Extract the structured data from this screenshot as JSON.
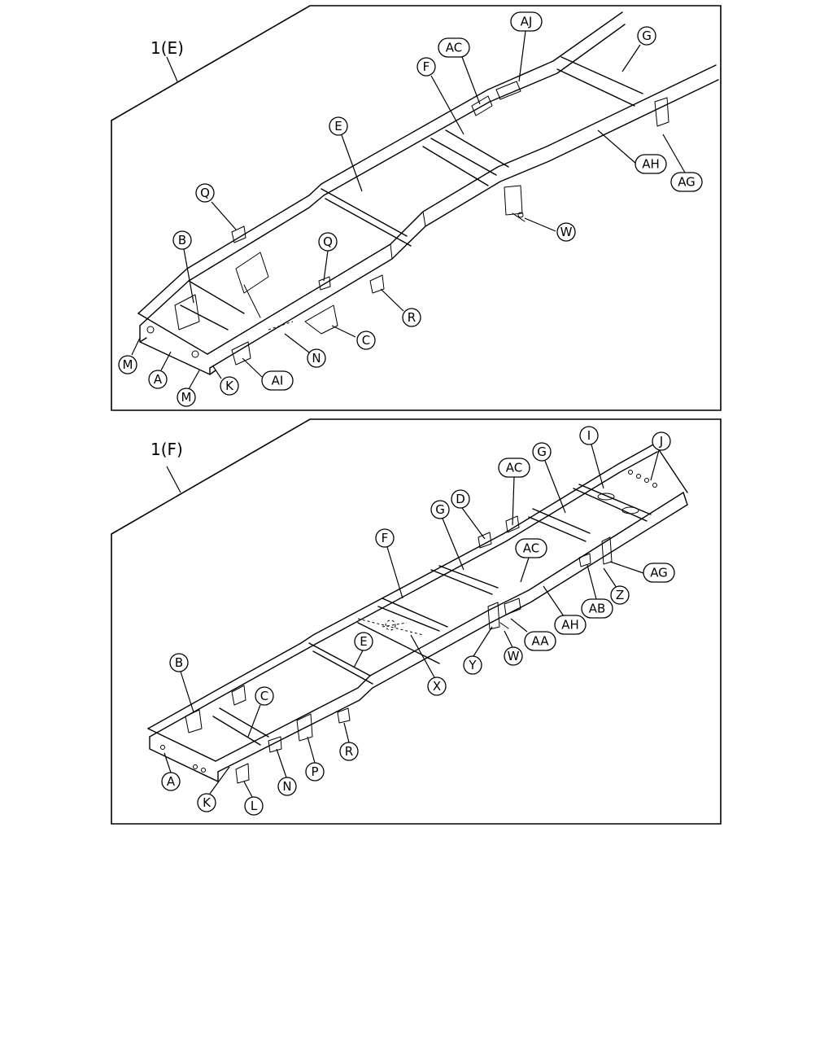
{
  "panels": [
    {
      "title": "1(E)",
      "callouts": [
        "AJ",
        "G",
        "AC",
        "F",
        "E",
        "AH",
        "AG",
        "Q",
        "W",
        "B",
        "Q",
        "R",
        "C",
        "M",
        "A",
        "N",
        "K",
        "AI",
        "M"
      ]
    },
    {
      "title": "1(F)",
      "callouts": [
        "I",
        "J",
        "G",
        "D",
        "AC",
        "G",
        "AC",
        "F",
        "AG",
        "Z",
        "AB",
        "AH",
        "AA",
        "E",
        "W",
        "Y",
        "X",
        "B",
        "C",
        "A",
        "K",
        "L",
        "N",
        "P",
        "R"
      ]
    }
  ]
}
